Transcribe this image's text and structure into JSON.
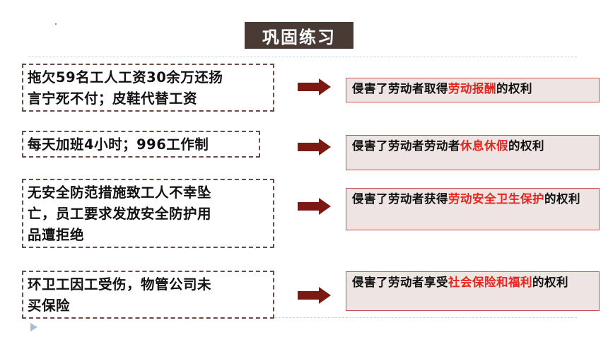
{
  "title": "巩固练习",
  "rows": [
    {
      "case_lines": [
        "拖欠59名工人工资30余万还扬",
        "言宁死不付；皮鞋代替工资"
      ],
      "result_prefix": "侵害了劳动者取得",
      "result_highlight": "劳动报酬",
      "result_suffix": "的权利"
    },
    {
      "case_lines": [
        "每天加班4小时；996工作制"
      ],
      "result_prefix": "侵害了劳动者劳动者",
      "result_highlight": "休息休假",
      "result_suffix": "的权利"
    },
    {
      "case_lines": [
        "无安全防范措施致工人不幸坠",
        "亡，员工要求发放安全防护用",
        "品遭拒绝"
      ],
      "result_prefix": "侵害了劳动者获得",
      "result_highlight": "劳动安全卫生保护",
      "result_suffix": "的权利"
    },
    {
      "case_lines": [
        "环卫工因工受伤，物管公司未",
        "买保险"
      ],
      "result_prefix": "侵害了劳动者享受",
      "result_highlight": "社会保险和福利",
      "result_suffix": "的权利"
    }
  ],
  "icons": {
    "arrow": "right-arrow-icon",
    "play": "play-triangle-icon"
  },
  "colors": {
    "title_bg": "#4a3a36",
    "highlight": "#e8241f",
    "result_bg": "#ede4e3",
    "result_border": "#cf4e4e",
    "arrow": "#7a1a12"
  }
}
